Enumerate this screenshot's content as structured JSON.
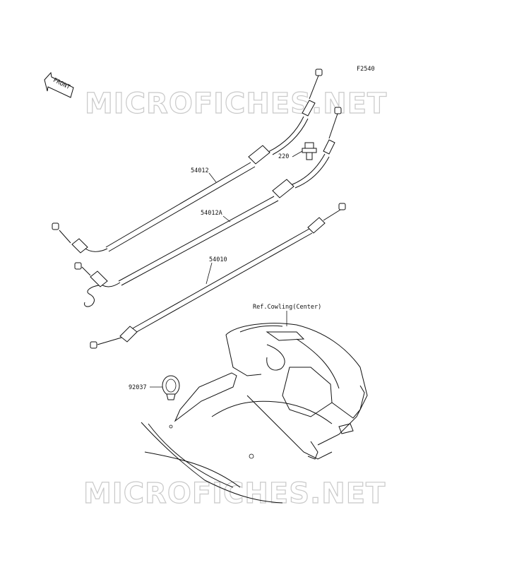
{
  "figure_code": "F2540",
  "front_label": "FRONT",
  "watermark": "MICROFICHES.NET",
  "parts": [
    {
      "number": "54012"
    },
    {
      "number": "54012A"
    },
    {
      "number": "54010"
    },
    {
      "number": "220"
    },
    {
      "number": "92037"
    }
  ],
  "reference_label": "Ref.Cowling(Center)"
}
